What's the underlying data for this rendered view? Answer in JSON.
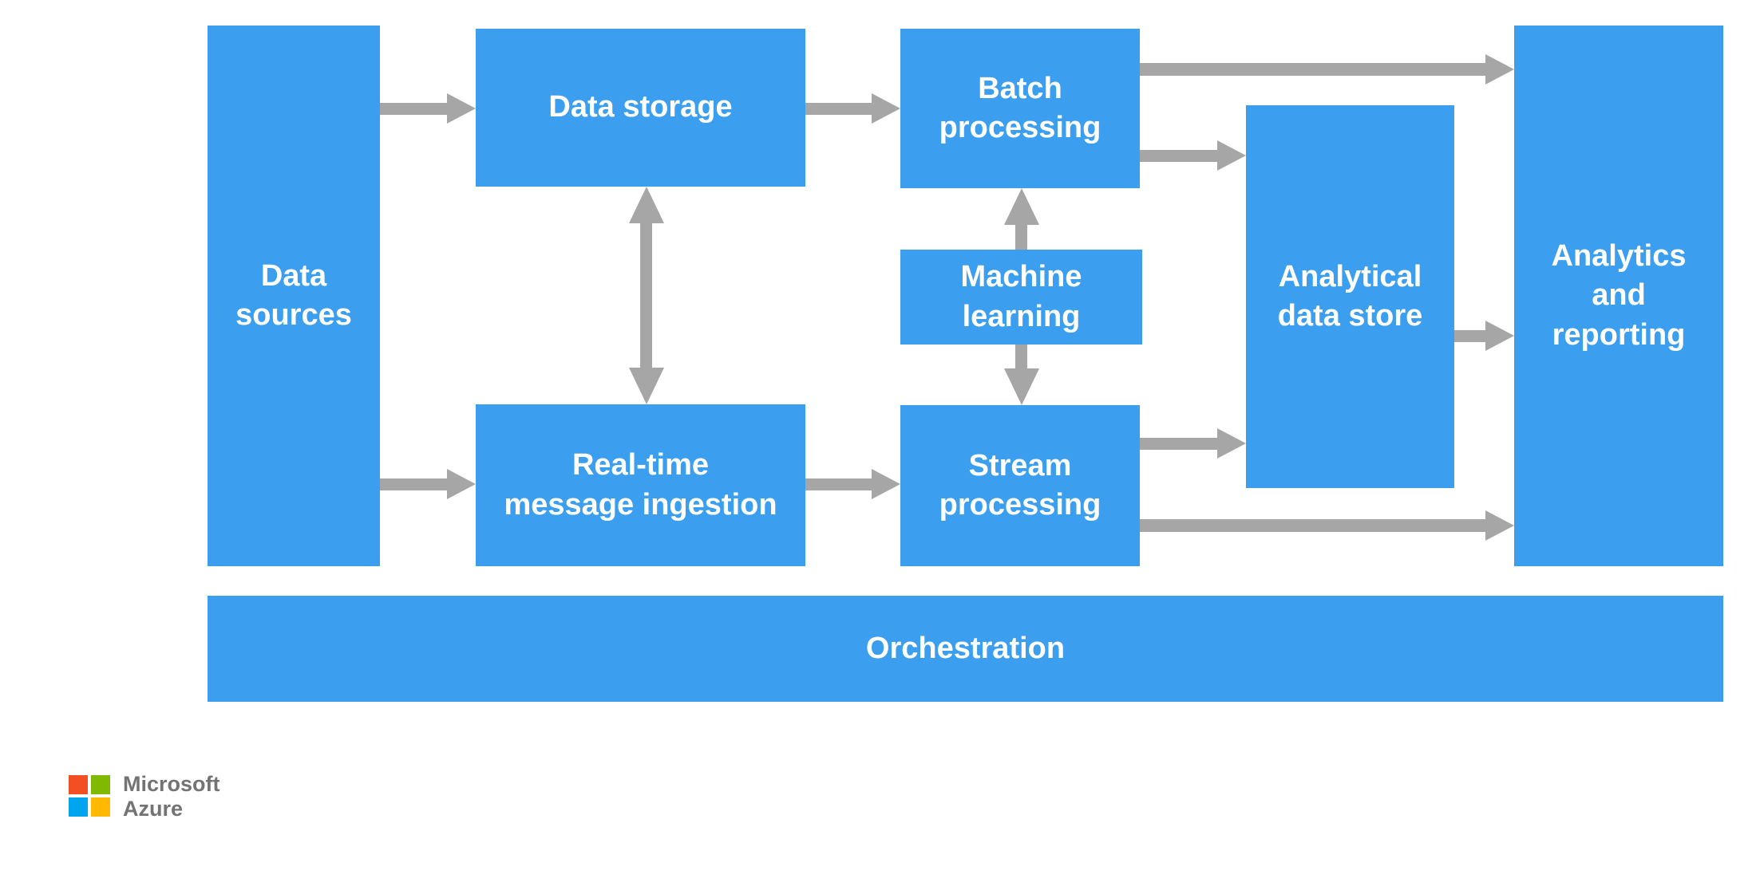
{
  "colors": {
    "background": "#FFFFFF",
    "box": "#3B9EEE",
    "arrow": "#A6A6A6",
    "label_text": "#FFFFFF",
    "logo_text": "#737373",
    "ms_red": "#F25022",
    "ms_green": "#7FBA00",
    "ms_blue": "#00A4EF",
    "ms_yellow": "#FFB900"
  },
  "nodes": {
    "data_sources": {
      "label": "Data\nsources"
    },
    "data_storage": {
      "label": "Data storage"
    },
    "realtime_message_ingestion": {
      "label": "Real-time\nmessage ingestion"
    },
    "batch_processing": {
      "label": "Batch\nprocessing"
    },
    "machine_learning": {
      "label": "Machine\nlearning"
    },
    "stream_processing": {
      "label": "Stream\nprocessing"
    },
    "analytical_data_store": {
      "label": "Analytical\ndata store"
    },
    "analytics_and_reporting": {
      "label": "Analytics\nand\nreporting"
    },
    "orchestration": {
      "label": "Orchestration"
    }
  },
  "connections": [
    {
      "from": "Data sources",
      "to": "Data storage",
      "type": "arrow"
    },
    {
      "from": "Data sources",
      "to": "Real-time message ingestion",
      "type": "arrow"
    },
    {
      "from": "Data storage",
      "to": "Batch processing",
      "type": "arrow"
    },
    {
      "from": "Data storage",
      "to": "Real-time message ingestion",
      "type": "double-arrow"
    },
    {
      "from": "Real-time message ingestion",
      "to": "Stream processing",
      "type": "arrow"
    },
    {
      "from": "Machine learning",
      "to": "Batch processing",
      "type": "arrow"
    },
    {
      "from": "Machine learning",
      "to": "Stream processing",
      "type": "arrow"
    },
    {
      "from": "Batch processing",
      "to": "Analytics and reporting",
      "type": "arrow"
    },
    {
      "from": "Batch processing",
      "to": "Analytical data store",
      "type": "arrow"
    },
    {
      "from": "Stream processing",
      "to": "Analytical data store",
      "type": "arrow"
    },
    {
      "from": "Stream processing",
      "to": "Analytics and reporting",
      "type": "arrow"
    },
    {
      "from": "Analytical data store",
      "to": "Analytics and reporting",
      "type": "arrow"
    }
  ],
  "logo": {
    "line1": "Microsoft",
    "line2": "Azure"
  }
}
